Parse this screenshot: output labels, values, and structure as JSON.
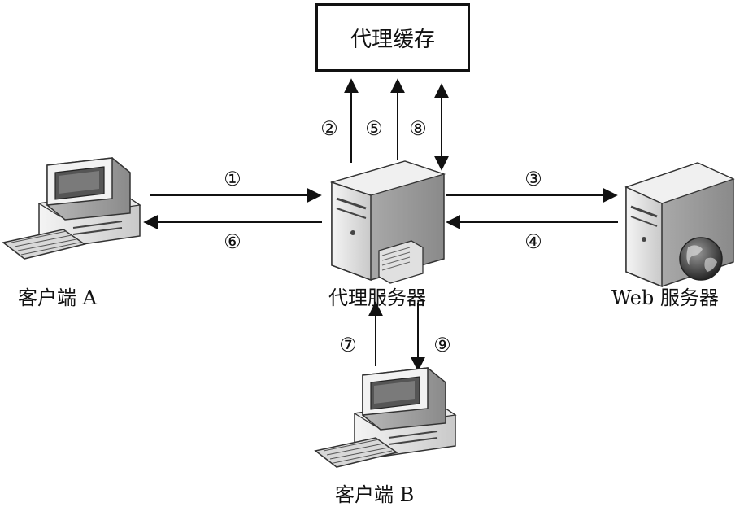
{
  "nodes": {
    "cache": "代理缓存",
    "client_a": "客户端 A",
    "proxy": "代理服务器",
    "web_server": "Web 服务器",
    "client_b": "客户端 B"
  },
  "steps": [
    "①",
    "②",
    "③",
    "④",
    "⑤",
    "⑥",
    "⑦",
    "⑧",
    "⑨"
  ]
}
